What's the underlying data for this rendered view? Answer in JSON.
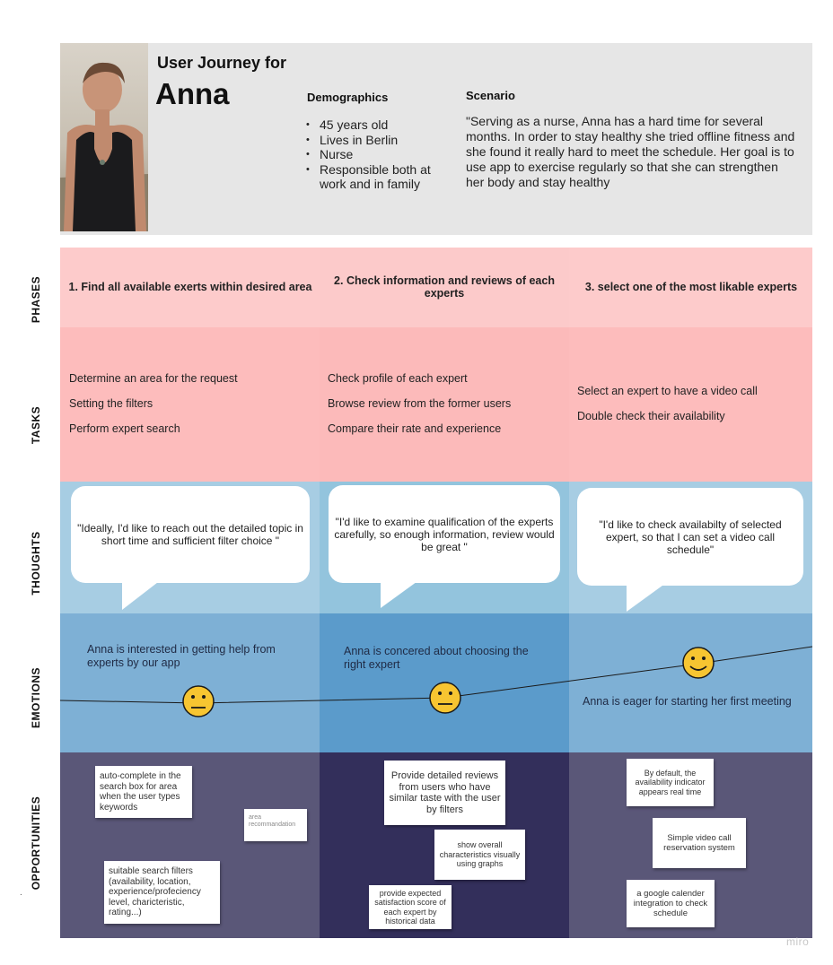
{
  "header": {
    "title_prefix": "User Journey for",
    "persona_name": "Anna",
    "demographics_title": "Demographics",
    "demographics": [
      "45 years old",
      "Lives in Berlin",
      "Nurse",
      "Responsible both at work and in family"
    ],
    "scenario_title": "Scenario",
    "scenario_text": "\"Serving as a nurse, Anna has a hard time for several months. In order to stay healthy she tried offline fitness and she found it really hard to meet the schedule. Her goal is to use app to exercise regularly so that she can strengthen her body and stay healthy"
  },
  "row_labels": {
    "phases": "PHASES",
    "tasks": "TASKS",
    "thoughts": "THOUGHTS",
    "emotions": "EMOTIONS",
    "opportunities": "OPPORTUNITIES"
  },
  "phases": [
    "1. Find all available exerts within desired area",
    "2. Check information and reviews of each experts",
    "3. select one of the most likable experts"
  ],
  "tasks": [
    [
      "Determine an area for the  request",
      "Setting the filters",
      "Perform expert search"
    ],
    [
      "Check profile of each expert",
      "Browse review from the former users",
      "Compare their rate and experience"
    ],
    [
      "Select an expert to have a video call",
      "Double check their availability"
    ]
  ],
  "thoughts": [
    "\"Ideally, I'd like to reach out the detailed topic in short time and sufficient filter choice \"",
    "\"I'd like to examine qualification of the experts carefully, so enough information, review would be great \"",
    "\"I'd like to check availabilty of selected expert, so that I can set a video call schedule\""
  ],
  "emotions": [
    {
      "text": "Anna is interested in getting help from experts by our app",
      "face": "neutral"
    },
    {
      "text": "Anna is concered about choosing the right expert",
      "face": "neutral"
    },
    {
      "text": "Anna is eager for starting her first meeting",
      "face": "happy"
    }
  ],
  "opportunities": [
    [
      "auto-complete in the search box for area when the user types keywords",
      "area recommandation",
      "suitable search filters (availability, location, experience/profeciency level, charicteristic, rating...)"
    ],
    [
      "Provide detailed reviews from users who have similar taste with the user by filters",
      "show overall characteristics visually using graphs",
      "provide expected satisfaction score of each expert by historical data"
    ],
    [
      "By default, the availability indicator appears real time",
      "Simple video call reservation system",
      "a google calender integration to check schedule"
    ]
  ],
  "colors": {
    "header_bg": "#e6e6e6",
    "phase_bg": "#fdcbcb",
    "task_bg": "#fdbcbc",
    "thought_bg_1": "#a7cde3",
    "thought_bg_2": "#93c4dd",
    "emotion_bg_1": "#7eb0d5",
    "emotion_bg_2": "#5b9bcb",
    "opp_bg_1": "#5a5778",
    "opp_bg_2": "#332f5b",
    "emoji": "#f7c531"
  },
  "watermark": "miro",
  "stray_mark": "."
}
